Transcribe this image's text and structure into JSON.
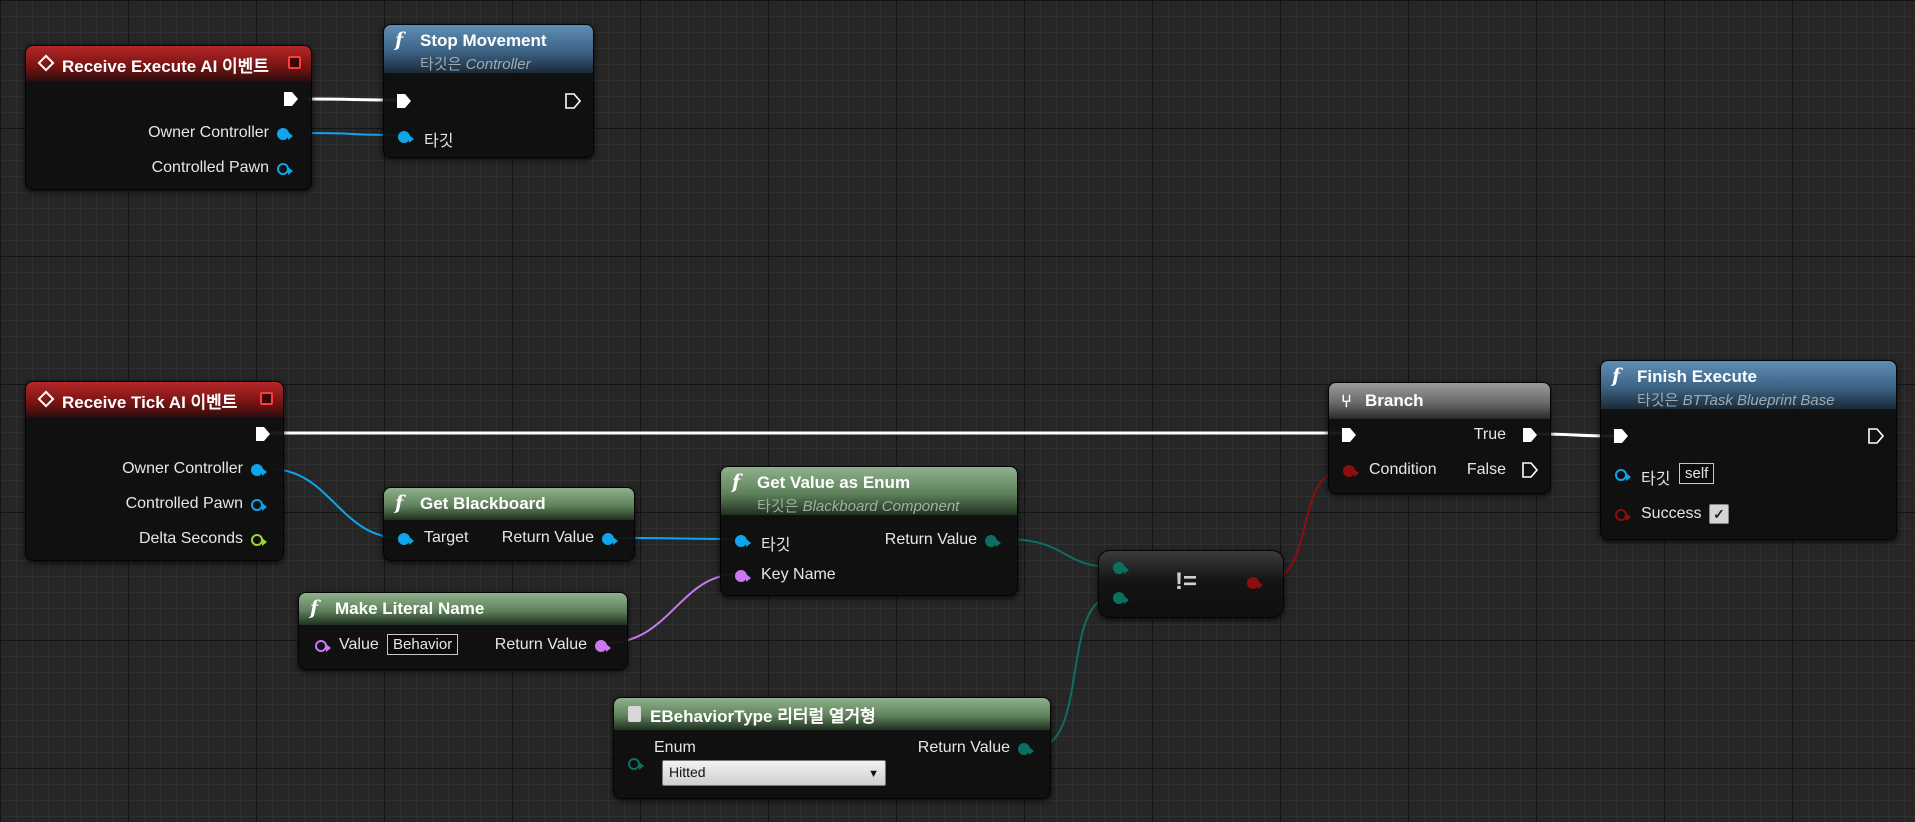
{
  "nodes": {
    "receive_execute": {
      "title": "Receive Execute AI 이벤트",
      "pins": {
        "owner_controller": "Owner Controller",
        "controlled_pawn": "Controlled Pawn"
      }
    },
    "stop_movement": {
      "title": "Stop Movement",
      "subtitle_prefix": "타깃은 ",
      "subtitle_target": "Controller",
      "pins": {
        "target": "타깃"
      }
    },
    "receive_tick": {
      "title": "Receive Tick AI 이벤트",
      "pins": {
        "owner_controller": "Owner Controller",
        "controlled_pawn": "Controlled Pawn",
        "delta_seconds": "Delta Seconds"
      }
    },
    "get_blackboard": {
      "title": "Get Blackboard",
      "pins": {
        "target": "Target",
        "return_value": "Return Value"
      }
    },
    "get_value_as_enum": {
      "title": "Get Value as Enum",
      "subtitle_prefix": "타깃은 ",
      "subtitle_target": "Blackboard Component",
      "pins": {
        "target": "타깃",
        "key_name": "Key Name",
        "return_value": "Return Value"
      }
    },
    "make_literal_name": {
      "title": "Make Literal Name",
      "pins": {
        "value": "Value",
        "value_default": "Behavior",
        "return_value": "Return Value"
      }
    },
    "not_equal": {
      "operator": "!="
    },
    "branch": {
      "title": "Branch",
      "pins": {
        "true": "True",
        "false": "False",
        "condition": "Condition"
      }
    },
    "finish_execute": {
      "title": "Finish Execute",
      "subtitle_prefix": "타깃은 ",
      "subtitle_target": "BTTask Blueprint Base",
      "pins": {
        "target": "타깃",
        "target_default": "self",
        "success": "Success"
      }
    },
    "enum_literal": {
      "title": "EBehaviorType 리터럴 열거형",
      "pins": {
        "enum": "Enum",
        "enum_selected": "Hitted",
        "return_value": "Return Value"
      }
    }
  },
  "colors": {
    "exec": "#ffffff",
    "object": "#0ea5ec",
    "name": "#c879f2",
    "enum": "#0b6f62",
    "bool": "#8c0e0e",
    "float": "#9ed33b"
  }
}
